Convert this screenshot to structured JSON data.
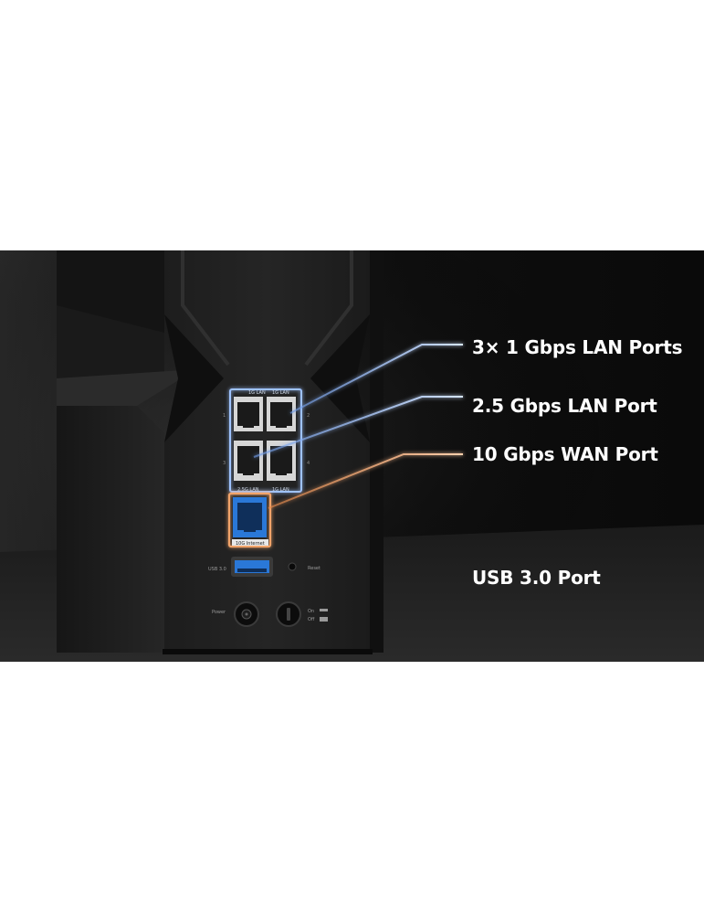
{
  "callouts": {
    "lan_1g": "3× 1 Gbps LAN Ports",
    "lan_25g": "2.5 Gbps LAN Port",
    "wan_10g": "10 Gbps WAN Port",
    "usb": "USB 3.0 Port"
  },
  "panel_labels": {
    "lan_a": "1G LAN",
    "lan_b": "1G LAN",
    "lan_25": "2.5G LAN",
    "lan_c": "1G LAN",
    "wan": "10G Internet",
    "num_1": "1",
    "num_2": "2",
    "num_3": "3",
    "num_4": "4",
    "usb": "USB 3.0",
    "reset": "Reset",
    "power": "Power",
    "on": "On",
    "off": "Off"
  },
  "colors": {
    "lan_glow": "#9fc3ff",
    "wan_glow": "#f2a46a",
    "usb_blue": "#2a78d8"
  }
}
